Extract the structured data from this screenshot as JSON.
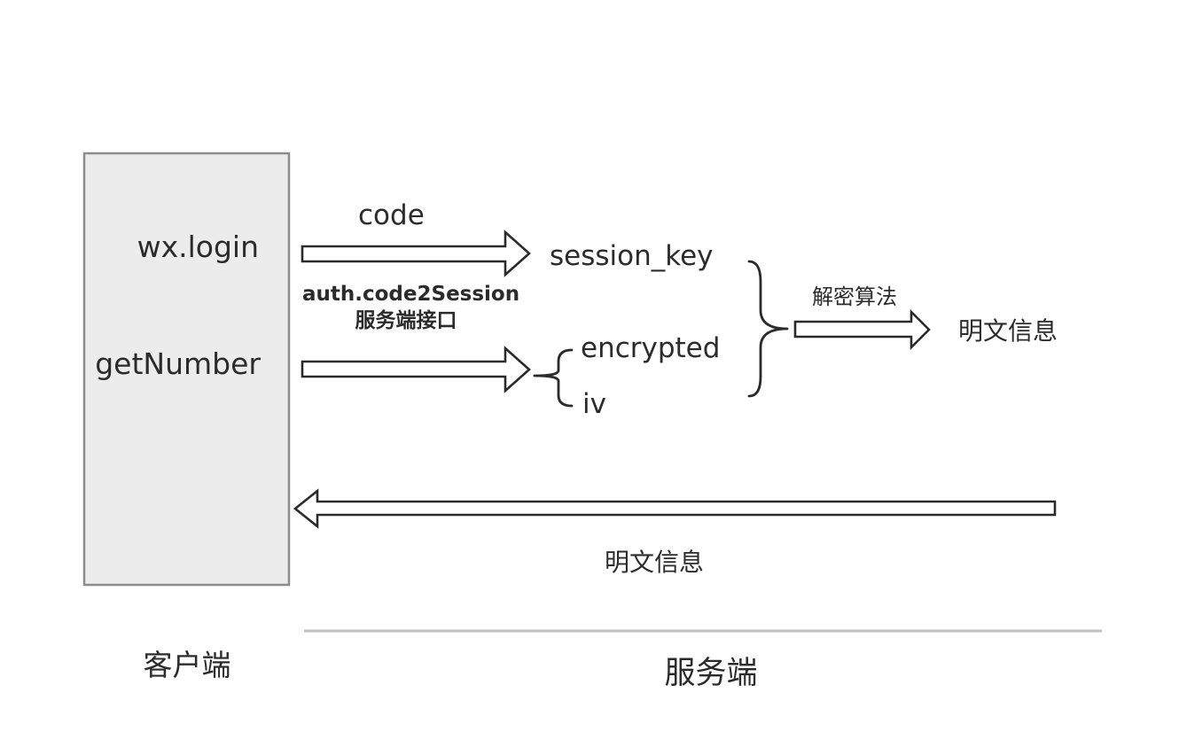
{
  "client": {
    "title": "客户端",
    "api_login": "wx.login",
    "api_number": "getNumber",
    "box_color": "#ececec",
    "box_border": "#8c8c8c"
  },
  "flow": {
    "code_label": "code",
    "interface_line1": "auth.code2Session",
    "interface_line2": "服务端接口",
    "session_key": "session_key",
    "encrypted": "encrypted",
    "iv": "iv",
    "decrypt_label": "解密算法",
    "plaintext_result": "明文信息",
    "return_label": "明文信息"
  },
  "server": {
    "title": "服务端",
    "divider_color": "#c2c2c2"
  }
}
